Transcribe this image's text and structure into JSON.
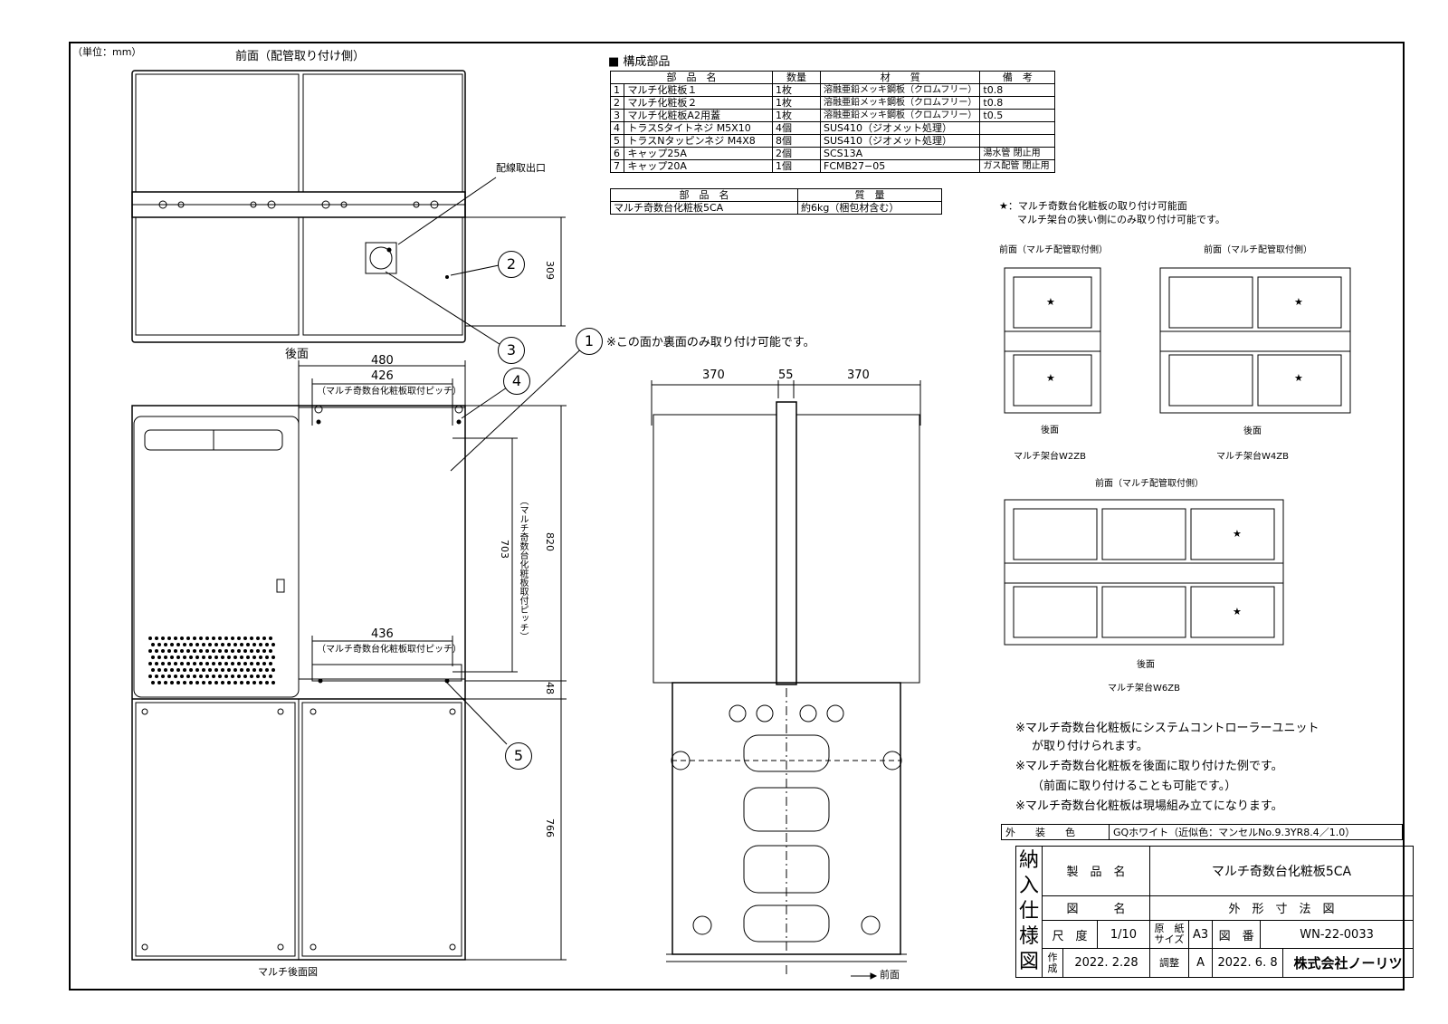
{
  "unit_label": "（単位：mm）",
  "top_view": {
    "title": "前面（配管取り付け側）",
    "bottom_label": "後面",
    "wire_exit_label": "配線取出口",
    "dim_309": "309"
  },
  "rear_view": {
    "dims": {
      "d480": "480",
      "d426": "426",
      "pitch_top": "（マルチ奇数台化粧板取付ピッチ）",
      "d436": "436",
      "pitch_bottom": "（マルチ奇数台化粧板取付ピッチ）",
      "d703": "703",
      "pitch_vertical": "（マルチ奇数台化粧板取付ピッチ）",
      "d820": "820",
      "d48": "48",
      "d766": "766"
    },
    "caption": "マルチ後面図",
    "note_1": "※この面か裏面のみ取り付け可能です。"
  },
  "side_view": {
    "dims": {
      "d370a": "370",
      "d55": "55",
      "d370b": "370"
    },
    "front_label": "前面"
  },
  "callouts": [
    "1",
    "2",
    "3",
    "4",
    "5"
  ],
  "parts_table": {
    "heading": "■ 構成部品",
    "headers": [
      "部　品　名",
      "数量",
      "材　　質",
      "備　考"
    ],
    "rows": [
      [
        "1",
        "マルチ化粧板１",
        "1枚",
        "溶融亜鉛メッキ鋼板（クロムフリー）",
        "t0.8"
      ],
      [
        "2",
        "マルチ化粧板２",
        "1枚",
        "溶融亜鉛メッキ鋼板（クロムフリー）",
        "t0.8"
      ],
      [
        "3",
        "マルチ化粧板A2用蓋",
        "1枚",
        "溶融亜鉛メッキ鋼板（クロムフリー）",
        "t0.5"
      ],
      [
        "4",
        "トラスSタイトネジ M5X10",
        "4個",
        "SUS410（ジオメット処理）",
        ""
      ],
      [
        "5",
        "トラスNタッピンネジ M4X8",
        "8個",
        "SUS410（ジオメット処理）",
        ""
      ],
      [
        "6",
        "キャップ25A",
        "2個",
        "SCS13A",
        "湯水管 閉止用"
      ],
      [
        "7",
        "キャップ20A",
        "1個",
        "FCMB27−05",
        "ガス配管 閉止用"
      ]
    ]
  },
  "weight_table": {
    "headers": [
      "部　品　名",
      "質　量"
    ],
    "row": [
      "マルチ奇数台化粧板5CA",
      "約6kg（梱包材含む）"
    ]
  },
  "mount_note": {
    "line1": "★：マルチ奇数台化粧板の取り付け可能面",
    "line2": "マルチ架台の狭い側にのみ取り付け可能です。"
  },
  "racks": {
    "front_label": "前面（マルチ配管取付側）",
    "rear_label": "後面",
    "w2zb": "マルチ架台W2ZB",
    "w4zb": "マルチ架台W4ZB",
    "w6zb": "マルチ架台W6ZB",
    "star": "★"
  },
  "notes": [
    "※マルチ奇数台化粧板にシステムコントローラーユニット",
    "が取り付けられます。",
    "※マルチ奇数台化粧板を後面に取り付けた例です。",
    "（前面に取り付けることも可能です。）",
    "※マルチ奇数台化粧板は現場組み立てになります。"
  ],
  "title_block": {
    "color_label": "外　　装　　色",
    "color_value": "GQホワイト（近似色：マンセルNo.9.3YR8.4／1.0）",
    "side_label": "納入仕様図",
    "product_label": "製　品　名",
    "product_value": "マルチ奇数台化粧板5CA",
    "drawing_label": "図　　　名",
    "drawing_value": "外　形　寸　法　図",
    "scale_label": "尺　度",
    "scale_value": "1/10",
    "paper_label": "原　紙 サイズ",
    "paper_value": "A3",
    "number_label": "図　番",
    "number_value": "WN-22-0033",
    "created_label": "作成",
    "created_value": "2022. 2.28",
    "revised_label": "調整",
    "revised_mark": "A",
    "revised_value": "2022. 6. 8",
    "company": "株式会社ノーリツ"
  }
}
